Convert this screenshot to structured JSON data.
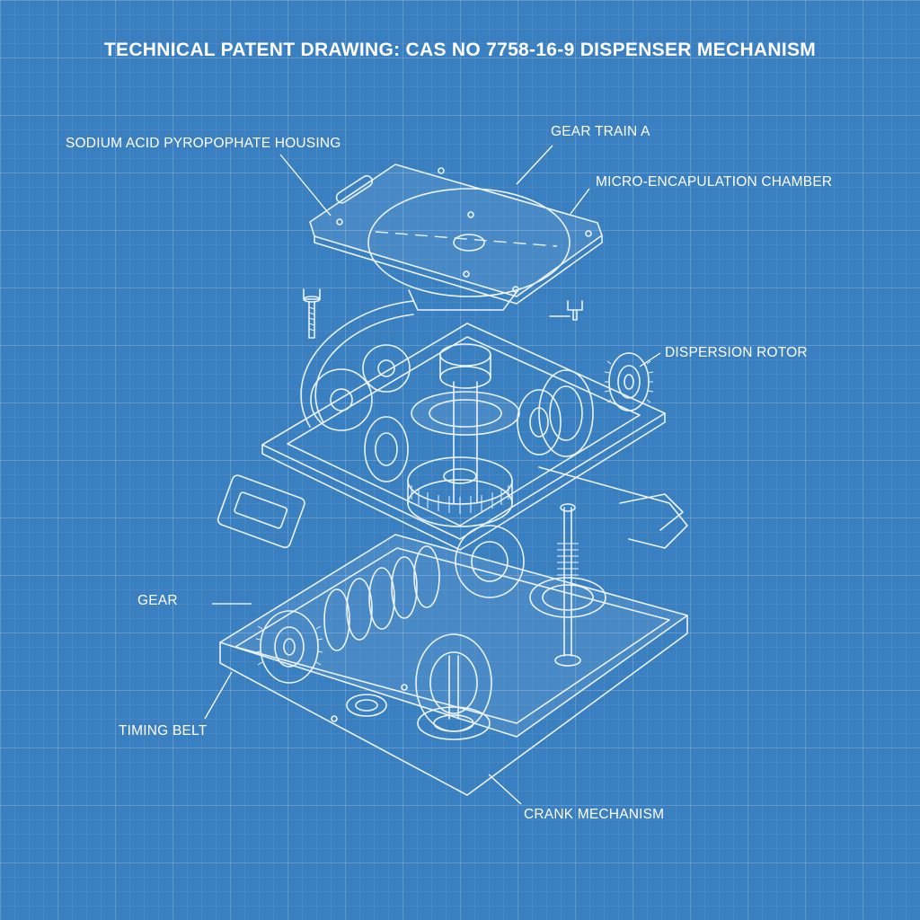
{
  "drawing": {
    "title": "TECHNICAL PATENT DRAWING: CAS NO 7758-16-9 DISPENSER MECHANISM",
    "labels": {
      "sodium_acid_housing": "SODIUM ACID PYROPOPHATE HOUSING",
      "gear_train_a": "GEAR TRAIN A",
      "micro_encapulation_chamber": "MICRO-ENCAPULATION CHAMBER",
      "dispersion_rotor": "DISPERSION ROTOR",
      "gear": "GEAR",
      "timing_belt": "TIMING BELT",
      "crank_mechanism": "CRANK MECHANISM"
    }
  },
  "colors": {
    "background": "#3a7fc0",
    "line": "#eaf4ff",
    "text": "#ffffff"
  }
}
